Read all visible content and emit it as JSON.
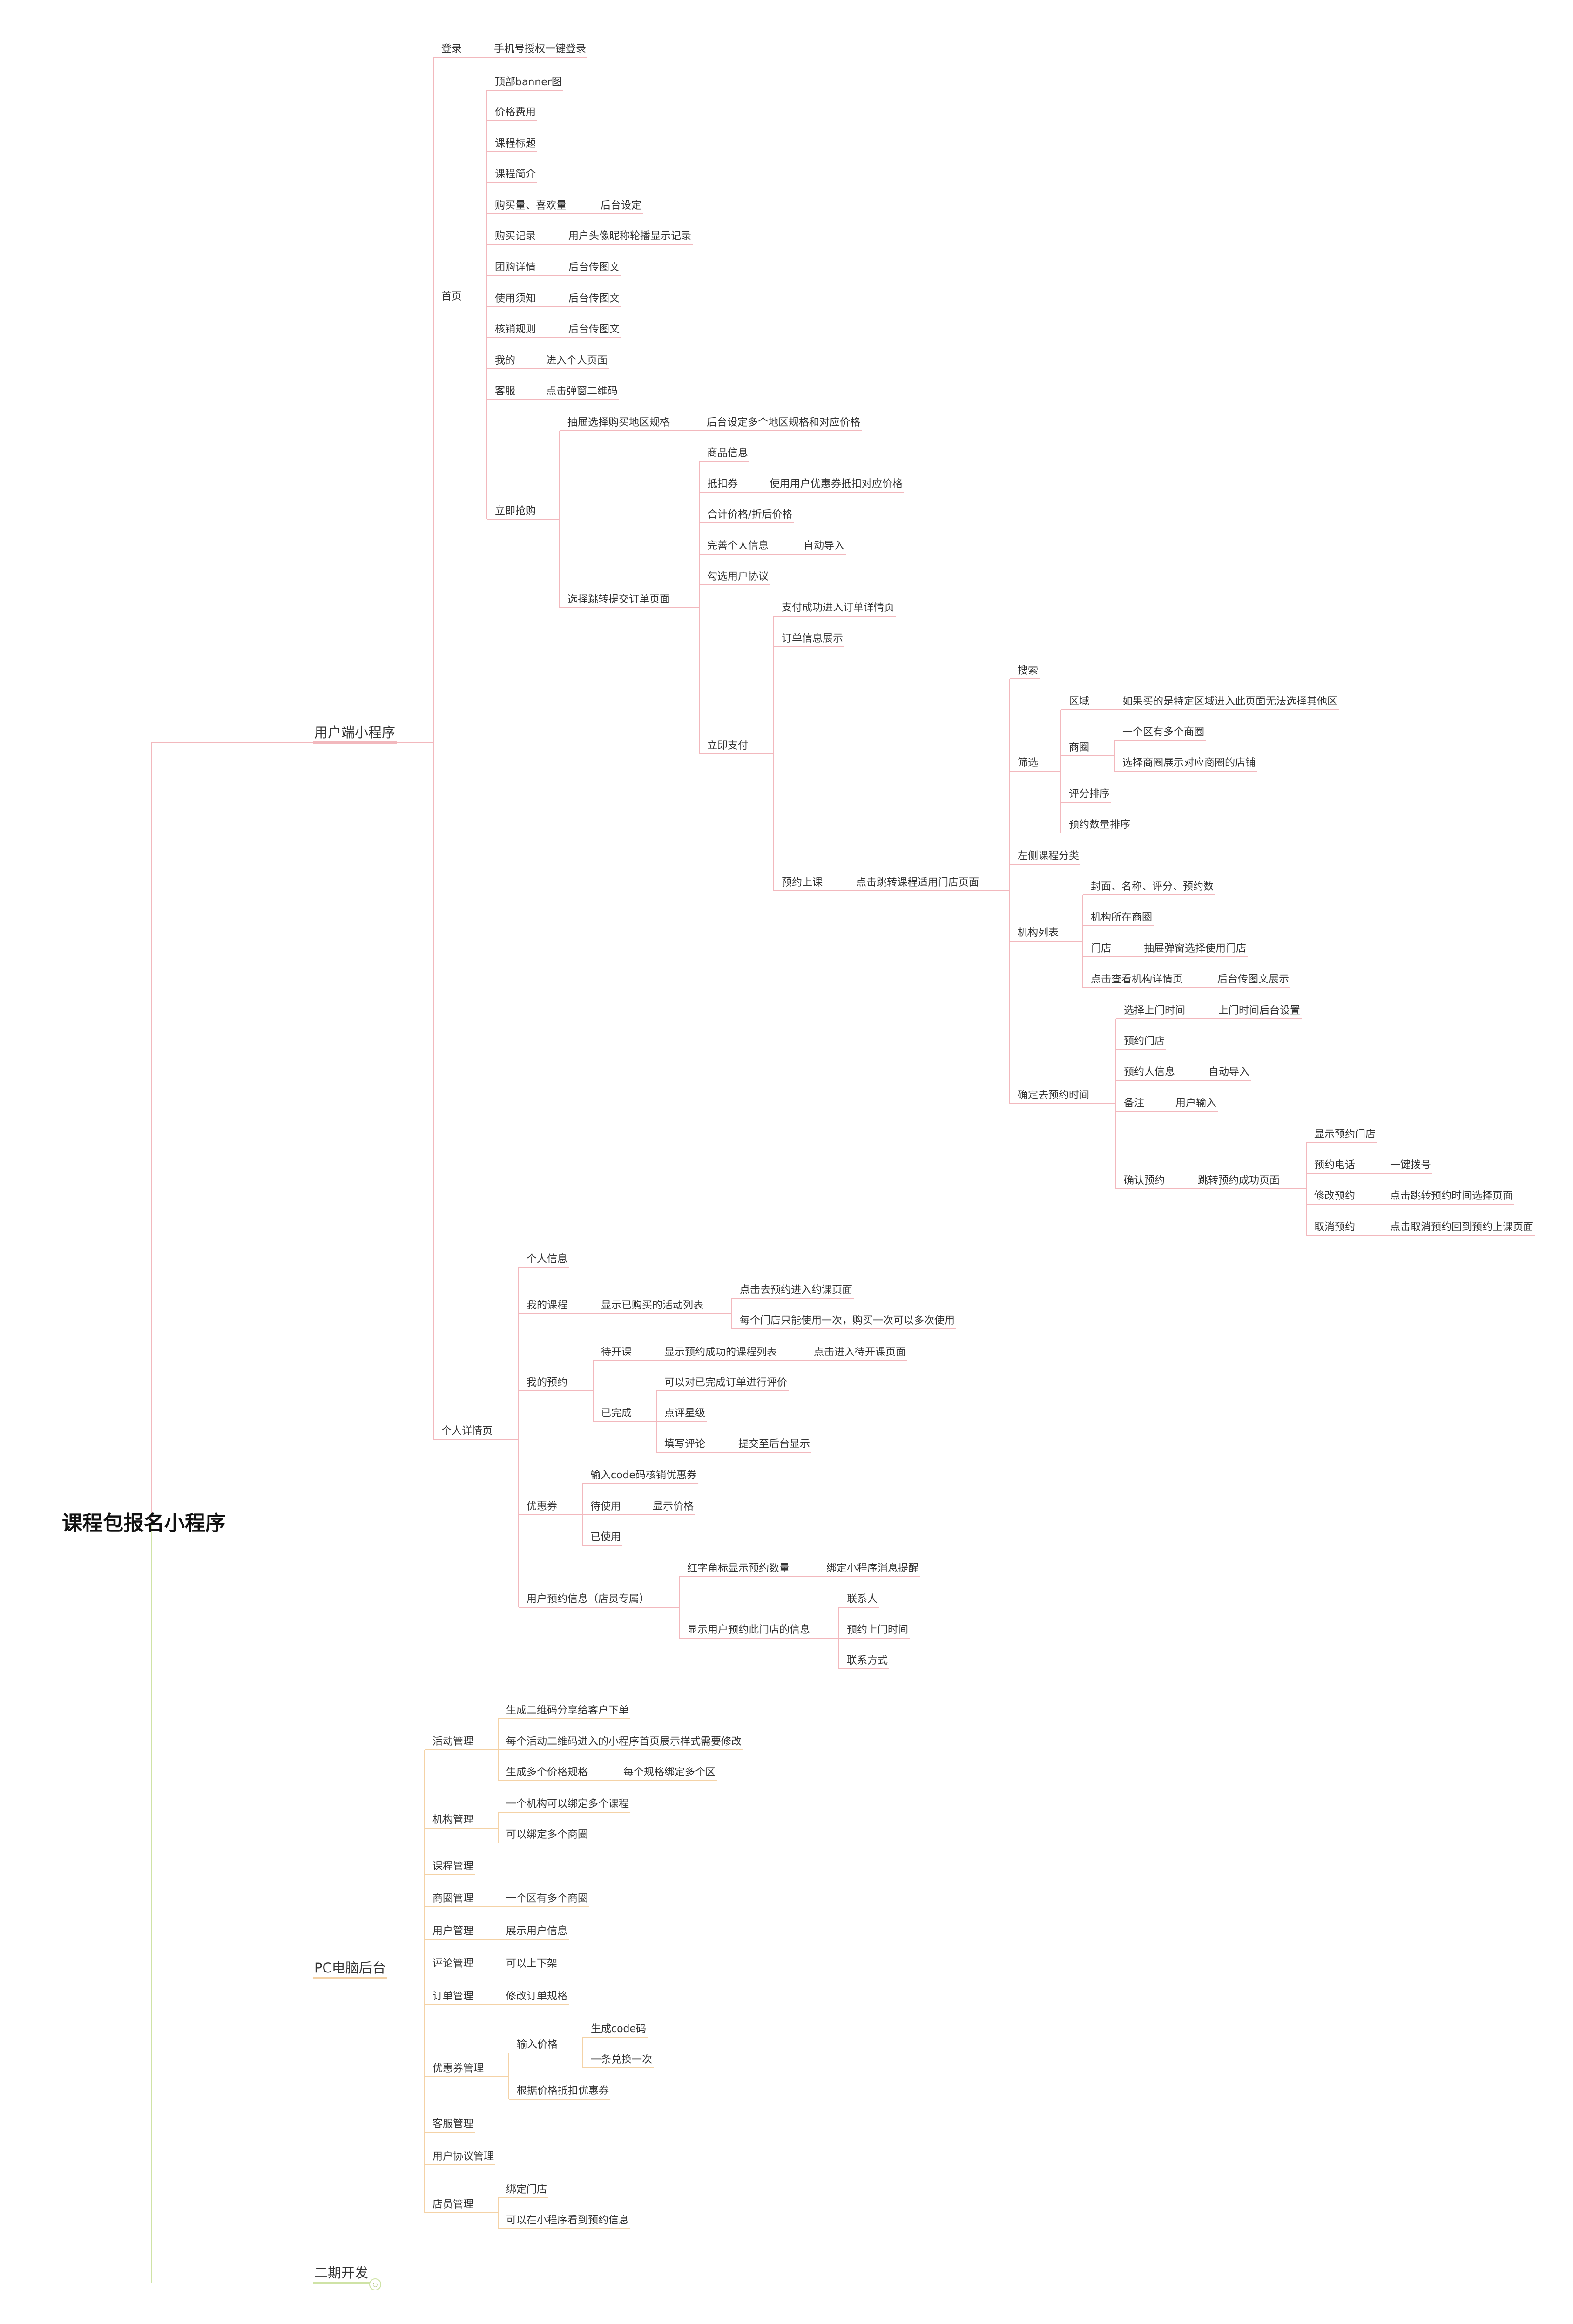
{
  "root": "课程包报名小程序",
  "colors": {
    "user_branch": "#f2b8bd",
    "pc_branch": "#f4d2a6",
    "phase2_branch": "#cfe3a6",
    "node_text": "#333333"
  },
  "collapse_icon": "collapse-toggle",
  "collapse_badge": "○",
  "branches": [
    {
      "id": "user",
      "label": "用户端小程序"
    },
    {
      "id": "pc",
      "label": "PC电脑后台"
    },
    {
      "id": "phase2",
      "label": "二期开发"
    }
  ],
  "nodes": [
    {
      "id": "n1",
      "text": "登录"
    },
    {
      "id": "n2",
      "text": "手机号授权一键登录"
    },
    {
      "id": "n3",
      "text": "首页"
    },
    {
      "id": "n4",
      "text": "顶部banner图"
    },
    {
      "id": "n5",
      "text": "价格费用"
    },
    {
      "id": "n6",
      "text": "课程标题"
    },
    {
      "id": "n7",
      "text": "课程简介"
    },
    {
      "id": "n8",
      "text": "购买量、喜欢量"
    },
    {
      "id": "n9",
      "text": "后台设定"
    },
    {
      "id": "n10",
      "text": "购买记录"
    },
    {
      "id": "n11",
      "text": "用户头像昵称轮播显示记录"
    },
    {
      "id": "n12",
      "text": "团购详情"
    },
    {
      "id": "n13",
      "text": "后台传图文"
    },
    {
      "id": "n14",
      "text": "使用须知"
    },
    {
      "id": "n15",
      "text": "后台传图文"
    },
    {
      "id": "n16",
      "text": "核销规则"
    },
    {
      "id": "n17",
      "text": "后台传图文"
    },
    {
      "id": "n18",
      "text": "我的"
    },
    {
      "id": "n19",
      "text": "进入个人页面"
    },
    {
      "id": "n20",
      "text": "客服"
    },
    {
      "id": "n21",
      "text": "点击弹窗二维码"
    },
    {
      "id": "n22",
      "text": "立即抢购"
    },
    {
      "id": "n23",
      "text": "抽屉选择购买地区规格"
    },
    {
      "id": "n24",
      "text": "后台设定多个地区规格和对应价格"
    },
    {
      "id": "n25",
      "text": "选择跳转提交订单页面"
    },
    {
      "id": "n26",
      "text": "商品信息"
    },
    {
      "id": "n27",
      "text": "抵扣券"
    },
    {
      "id": "n28",
      "text": "使用用户优惠券抵扣对应价格"
    },
    {
      "id": "n29",
      "text": "合计价格/折后价格"
    },
    {
      "id": "n30",
      "text": "完善个人信息"
    },
    {
      "id": "n31",
      "text": "自动导入"
    },
    {
      "id": "n32",
      "text": "勾选用户协议"
    },
    {
      "id": "n33",
      "text": "立即支付"
    },
    {
      "id": "n34",
      "text": "支付成功进入订单详情页"
    },
    {
      "id": "n35",
      "text": "订单信息展示"
    },
    {
      "id": "n36",
      "text": "预约上课"
    },
    {
      "id": "n37",
      "text": "点击跳转课程适用门店页面"
    },
    {
      "id": "n38",
      "text": "搜索"
    },
    {
      "id": "n39",
      "text": "筛选"
    },
    {
      "id": "n40",
      "text": "区域"
    },
    {
      "id": "n41",
      "text": "如果买的是特定区域进入此页面无法选择其他区"
    },
    {
      "id": "n42",
      "text": "商圈"
    },
    {
      "id": "n43",
      "text": "一个区有多个商圈"
    },
    {
      "id": "n44",
      "text": "选择商圈展示对应商圈的店铺"
    },
    {
      "id": "n45",
      "text": "评分排序"
    },
    {
      "id": "n46",
      "text": "预约数量排序"
    },
    {
      "id": "n47",
      "text": "左侧课程分类"
    },
    {
      "id": "n48",
      "text": "机构列表"
    },
    {
      "id": "n49",
      "text": "封面、名称、评分、预约数"
    },
    {
      "id": "n50",
      "text": "机构所在商圈"
    },
    {
      "id": "n51",
      "text": "门店"
    },
    {
      "id": "n52",
      "text": "抽屉弹窗选择使用门店"
    },
    {
      "id": "n53",
      "text": "点击查看机构详情页"
    },
    {
      "id": "n54",
      "text": "后台传图文展示"
    },
    {
      "id": "n55",
      "text": "确定去预约时间"
    },
    {
      "id": "n56",
      "text": "选择上门时间"
    },
    {
      "id": "n57",
      "text": "上门时间后台设置"
    },
    {
      "id": "n58",
      "text": "预约门店"
    },
    {
      "id": "n59",
      "text": "预约人信息"
    },
    {
      "id": "n60",
      "text": "自动导入"
    },
    {
      "id": "n61",
      "text": "备注"
    },
    {
      "id": "n62",
      "text": "用户输入"
    },
    {
      "id": "n63",
      "text": "确认预约"
    },
    {
      "id": "n64",
      "text": "跳转预约成功页面"
    },
    {
      "id": "n65",
      "text": "显示预约门店"
    },
    {
      "id": "n66",
      "text": "预约电话"
    },
    {
      "id": "n67",
      "text": "一键拨号"
    },
    {
      "id": "n68",
      "text": "修改预约"
    },
    {
      "id": "n69",
      "text": "点击跳转预约时间选择页面"
    },
    {
      "id": "n70",
      "text": "取消预约"
    },
    {
      "id": "n71",
      "text": "点击取消预约回到预约上课页面"
    },
    {
      "id": "n72",
      "text": "个人详情页"
    },
    {
      "id": "n73",
      "text": "个人信息"
    },
    {
      "id": "n74",
      "text": "我的课程"
    },
    {
      "id": "n75",
      "text": "显示已购买的活动列表"
    },
    {
      "id": "n76",
      "text": "点击去预约进入约课页面"
    },
    {
      "id": "n77",
      "text": "每个门店只能使用一次，购买一次可以多次使用"
    },
    {
      "id": "n78",
      "text": "我的预约"
    },
    {
      "id": "n79",
      "text": "待开课"
    },
    {
      "id": "n80",
      "text": "显示预约成功的课程列表"
    },
    {
      "id": "n81",
      "text": "点击进入待开课页面"
    },
    {
      "id": "n82",
      "text": "已完成"
    },
    {
      "id": "n83",
      "text": "可以对已完成订单进行评价"
    },
    {
      "id": "n84",
      "text": "点评星级"
    },
    {
      "id": "n85",
      "text": "填写评论"
    },
    {
      "id": "n86",
      "text": "提交至后台显示"
    },
    {
      "id": "n87",
      "text": "优惠券"
    },
    {
      "id": "n88",
      "text": "输入code码核销优惠券"
    },
    {
      "id": "n89",
      "text": "待使用"
    },
    {
      "id": "n90",
      "text": "显示价格"
    },
    {
      "id": "n91",
      "text": "已使用"
    },
    {
      "id": "n92",
      "text": "用户预约信息（店员专属）"
    },
    {
      "id": "n93",
      "text": "红字角标显示预约数量"
    },
    {
      "id": "n94",
      "text": "绑定小程序消息提醒"
    },
    {
      "id": "n95",
      "text": "显示用户预约此门店的信息"
    },
    {
      "id": "n96",
      "text": "联系人"
    },
    {
      "id": "n97",
      "text": "预约上门时间"
    },
    {
      "id": "n98",
      "text": "联系方式"
    },
    {
      "id": "p1",
      "text": "活动管理"
    },
    {
      "id": "p2",
      "text": "生成二维码分享给客户下单"
    },
    {
      "id": "p3",
      "text": "每个活动二维码进入的小程序首页展示样式需要修改"
    },
    {
      "id": "p4",
      "text": "生成多个价格规格"
    },
    {
      "id": "p5",
      "text": "每个规格绑定多个区"
    },
    {
      "id": "p6",
      "text": "机构管理"
    },
    {
      "id": "p7",
      "text": "一个机构可以绑定多个课程"
    },
    {
      "id": "p8",
      "text": "可以绑定多个商圈"
    },
    {
      "id": "p9",
      "text": "课程管理"
    },
    {
      "id": "p10",
      "text": "商圈管理"
    },
    {
      "id": "p11",
      "text": "一个区有多个商圈"
    },
    {
      "id": "p12",
      "text": "用户管理"
    },
    {
      "id": "p13",
      "text": "展示用户信息"
    },
    {
      "id": "p14",
      "text": "评论管理"
    },
    {
      "id": "p15",
      "text": "可以上下架"
    },
    {
      "id": "p16",
      "text": "订单管理"
    },
    {
      "id": "p17",
      "text": "修改订单规格"
    },
    {
      "id": "p18",
      "text": "优惠券管理"
    },
    {
      "id": "p19",
      "text": "输入价格"
    },
    {
      "id": "p20",
      "text": "生成code码"
    },
    {
      "id": "p21",
      "text": "一条兑换一次"
    },
    {
      "id": "p22",
      "text": "根据价格抵扣优惠券"
    },
    {
      "id": "p23",
      "text": "客服管理"
    },
    {
      "id": "p24",
      "text": "用户协议管理"
    },
    {
      "id": "p25",
      "text": "店员管理"
    },
    {
      "id": "p26",
      "text": "绑定门店"
    },
    {
      "id": "p27",
      "text": "可以在小程序看到预约信息"
    }
  ]
}
